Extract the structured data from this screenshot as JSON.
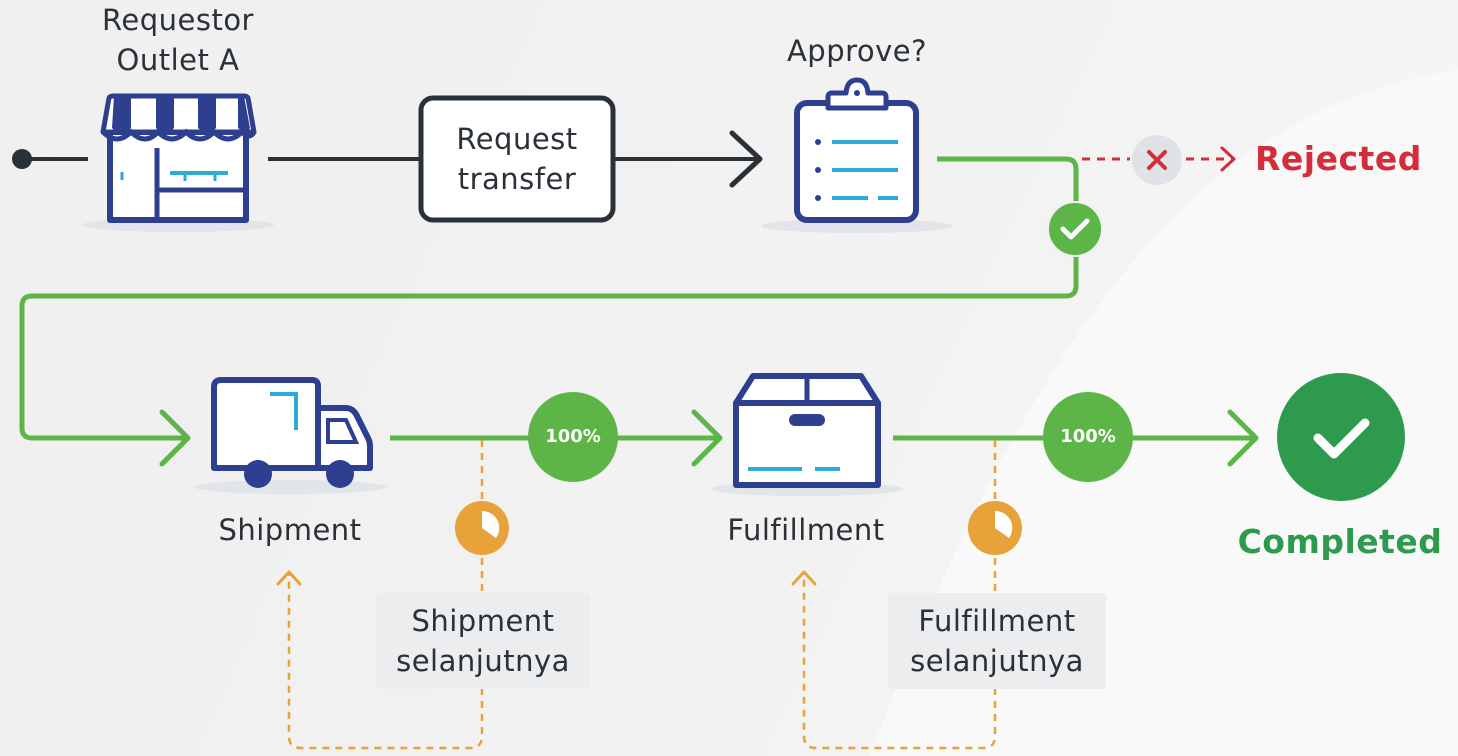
{
  "nodes": {
    "requestor": {
      "line1": "Requestor",
      "line2": "Outlet A"
    },
    "request": {
      "line1": "Request",
      "line2": "transfer"
    },
    "approve": {
      "label": "Approve?"
    },
    "rejected": {
      "label": "Rejected"
    },
    "shipment": {
      "label": "Shipment"
    },
    "fulfillment": {
      "label": "Fulfillment"
    },
    "completed": {
      "label": "Completed"
    }
  },
  "progress": {
    "shipment": {
      "label": "100%",
      "value": 100
    },
    "fulfillment": {
      "label": "100%",
      "value": 100
    }
  },
  "notes": {
    "shipment_next": {
      "line1": "Shipment",
      "line2": "selanjutnya"
    },
    "fulfillment_next": {
      "line1": "Fulfillment",
      "line2": "selanjutnya"
    }
  },
  "icons": {
    "store": "store-icon",
    "clipboard": "clipboard-icon",
    "truck": "truck-icon",
    "box": "box-icon",
    "approve_check": "check-icon",
    "reject_x": "x-icon",
    "pending": "pie-clock-icon",
    "completed_check": "check-circle-icon"
  },
  "colors": {
    "green": "#5cb546",
    "dark_green": "#2e9a4d",
    "navy": "#2f3f8f",
    "dark": "#2b3138",
    "red": "#d42c3a",
    "orange": "#e8a23a",
    "cyan": "#2fa9d8"
  }
}
